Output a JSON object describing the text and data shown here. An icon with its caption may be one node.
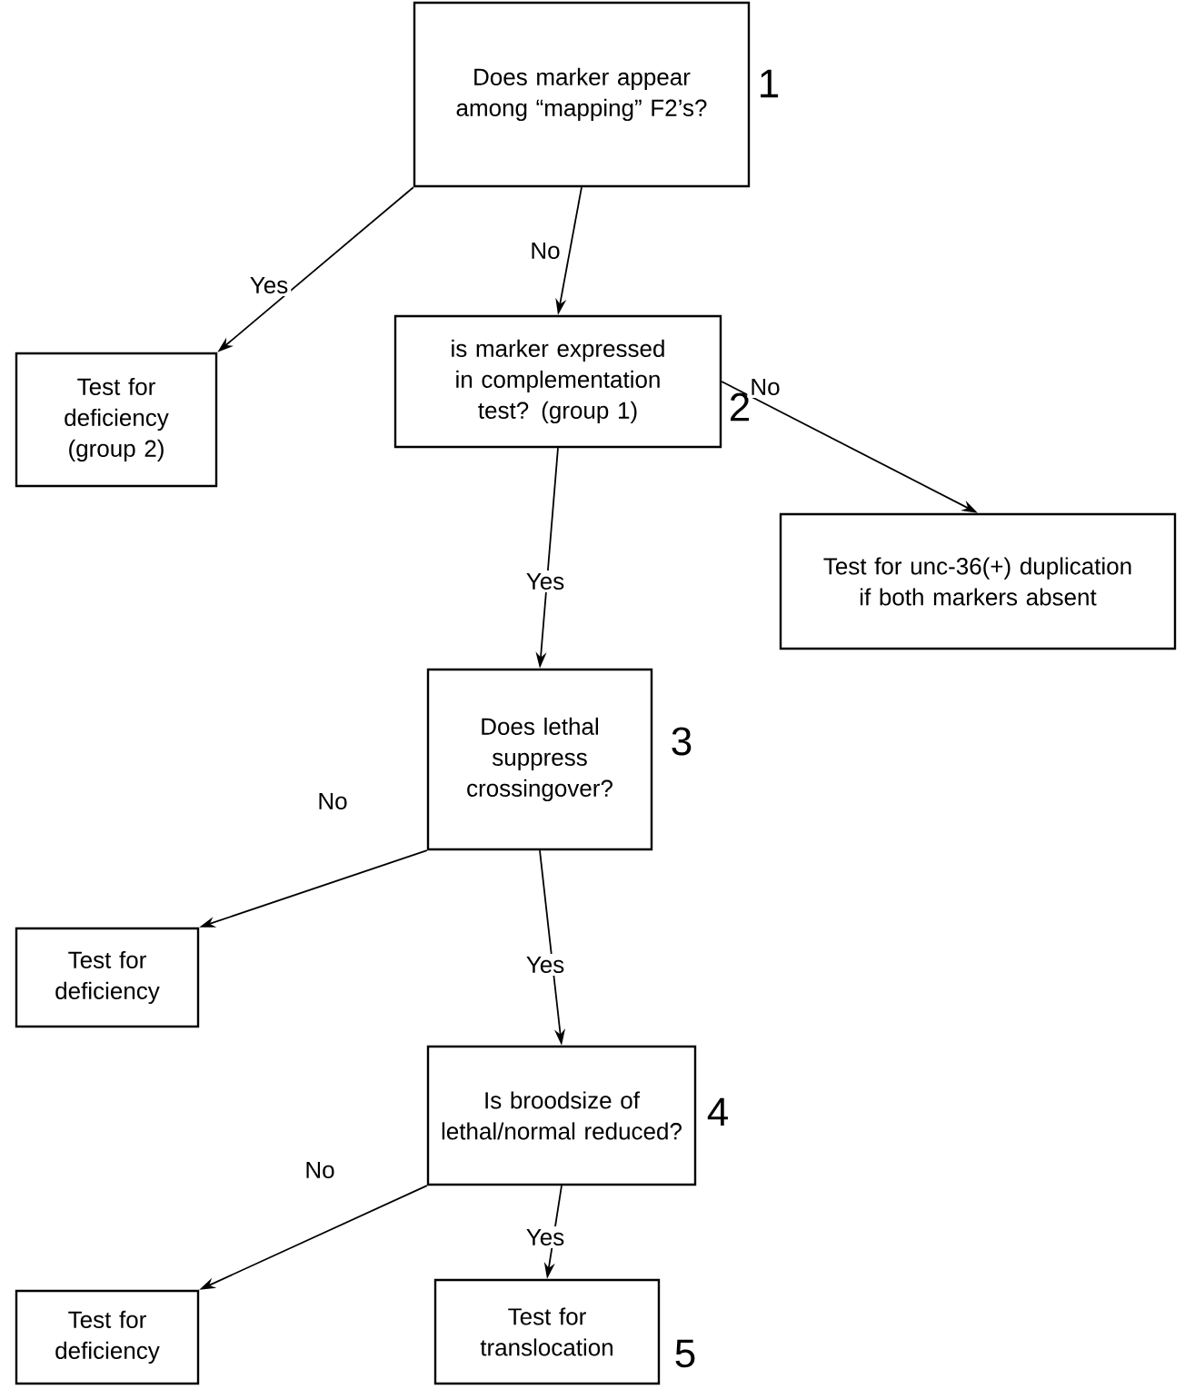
{
  "diagram": {
    "nodes": [
      {
        "text": [
          "Does marker appear among “mapping” F2’s?"
        ],
        "beside": [
          "1"
        ]
      },
      {
        "text": [
          "Test for deficiency (group 2)"
        ]
      },
      {
        "text": [
          "is marker expressed in complementation test? (group 1)"
        ],
        "beside": [
          "2"
        ]
      },
      {
        "text": [
          "Test for unc-36(+) duplication if both markers absent"
        ]
      },
      {
        "text": [
          "Does lethal suppress crossingover?"
        ],
        "beside": [
          "3"
        ]
      },
      {
        "text": [
          "Test for deficiency"
        ]
      },
      {
        "text": [
          "Is broodsize of lethal/normal reduced?"
        ],
        "beside": [
          "4"
        ]
      },
      {
        "text": [
          "Test for deficiency"
        ]
      },
      {
        "text": [
          "Test for translocation"
        ],
        "beside": [
          "5"
        ]
      }
    ],
    "edges": [
      {
        "from": 0,
        "to": 1,
        "arrow": "to",
        "label": "Yes"
      },
      {
        "from": 0,
        "to": 2,
        "arrow": "to",
        "label": "No"
      },
      {
        "from": 2,
        "to": 3,
        "arrow": "to",
        "label": "No"
      },
      {
        "from": 2,
        "to": 4,
        "arrow": "to",
        "label": "Yes"
      },
      {
        "from": 4,
        "to": 5,
        "arrow": "to",
        "label": "No"
      },
      {
        "from": 4,
        "to": 6,
        "arrow": "to",
        "label": "Yes"
      },
      {
        "from": 6,
        "to": 7,
        "arrow": "to",
        "label": "No"
      },
      {
        "from": 6,
        "to": 8,
        "arrow": "to",
        "label": "Yes"
      }
    ]
  }
}
